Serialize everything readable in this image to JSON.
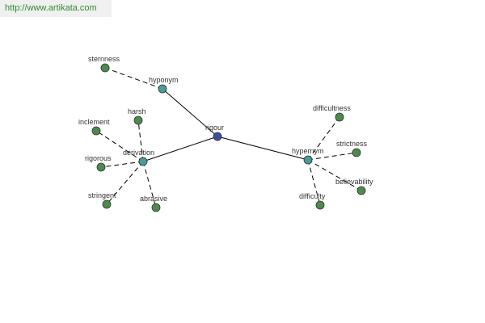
{
  "banner": {
    "url_text": "http://www.artikata.com"
  },
  "colors": {
    "center": "#3d4e9a",
    "relation": "#4a9a9a",
    "leaf": "#4e8a4e",
    "banner_text": "#2f8a2f"
  },
  "graph": {
    "center": {
      "id": "rigour",
      "label": "rigour"
    },
    "relations": [
      {
        "id": "hyponym",
        "label": "hyponym"
      },
      {
        "id": "derivation",
        "label": "derivation"
      },
      {
        "id": "hypernym",
        "label": "hypernym"
      }
    ],
    "leaves": [
      {
        "id": "sternness",
        "label": "sternness",
        "parent": "hyponym"
      },
      {
        "id": "harsh",
        "label": "harsh",
        "parent": "derivation"
      },
      {
        "id": "inclement",
        "label": "inclement",
        "parent": "derivation"
      },
      {
        "id": "rigorous",
        "label": "rigorous",
        "parent": "derivation"
      },
      {
        "id": "stringent",
        "label": "stringent",
        "parent": "derivation"
      },
      {
        "id": "abrasive",
        "label": "abrasive",
        "parent": "derivation"
      },
      {
        "id": "difficultness",
        "label": "difficultness",
        "parent": "hypernym"
      },
      {
        "id": "strictness",
        "label": "strictness",
        "parent": "hypernym"
      },
      {
        "id": "believability",
        "label": "believability",
        "parent": "hypernym"
      },
      {
        "id": "difficulty",
        "label": "difficulty",
        "parent": "hypernym"
      }
    ]
  }
}
